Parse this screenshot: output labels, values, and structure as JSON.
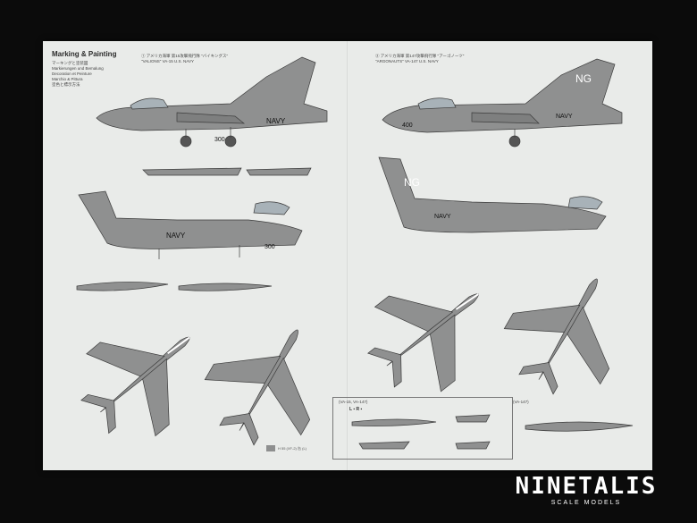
{
  "sheet": {
    "title": "Marking & Painting",
    "language_lines": [
      "マーキングと塗装図",
      "Markierungen und Bemalung",
      "Decoration et Peinture",
      "Marchio & Pittura",
      "塗色と標示方法"
    ],
    "left_caption_jp": "① アメリカ海軍 第15攻撃飛行隊 \"バイキングス\"",
    "left_caption_en": "\"VALIONS\" VA-15 U.S. NAVY",
    "right_caption_jp": "② アメリカ海軍 第147攻撃飛行隊 \"アーゴノーツ\"",
    "right_caption_en": "\"ARGONAUTS\" VA-147 U.S. NAVY",
    "paint_ref": "H 55 (XF-2) 缶 (L)",
    "inset_label": "(VA-15, VA-147)",
    "inset_lr": "L ▪ R ▪",
    "right_tank_label": "(VA-147)",
    "markings": {
      "left_tail_number": "300",
      "left_tail_code": "NAVY",
      "right_tail_code": "NG",
      "right_navy": "NAVY",
      "right_modex": "400"
    }
  },
  "watermark": {
    "title": "NINETALIS",
    "subtitle": "SCALE MODELS"
  }
}
